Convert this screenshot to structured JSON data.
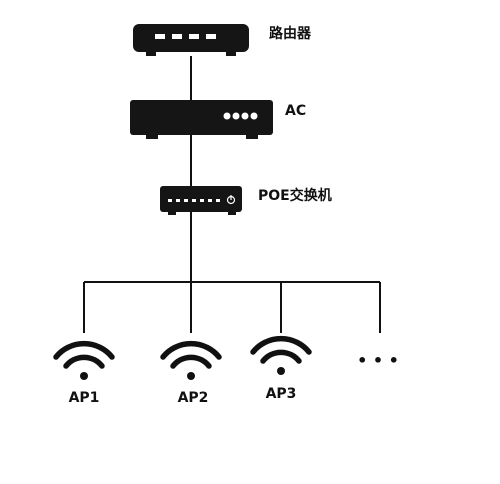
{
  "nodes": {
    "router": {
      "label": "路由器",
      "icon": "router-icon"
    },
    "ac": {
      "label": "AC",
      "icon": "ac-controller-icon"
    },
    "poe_switch": {
      "label": "POE交换机",
      "icon": "poe-switch-icon"
    }
  },
  "access_points": [
    {
      "label": "AP1",
      "icon": "wifi-icon"
    },
    {
      "label": "AP2",
      "icon": "wifi-icon"
    },
    {
      "label": "AP3",
      "icon": "wifi-icon"
    }
  ],
  "more": {
    "label": "• • •",
    "icon": "ellipsis-icon"
  },
  "colors": {
    "ink": "#111111",
    "device": "#151515",
    "led": "#ffffff"
  }
}
